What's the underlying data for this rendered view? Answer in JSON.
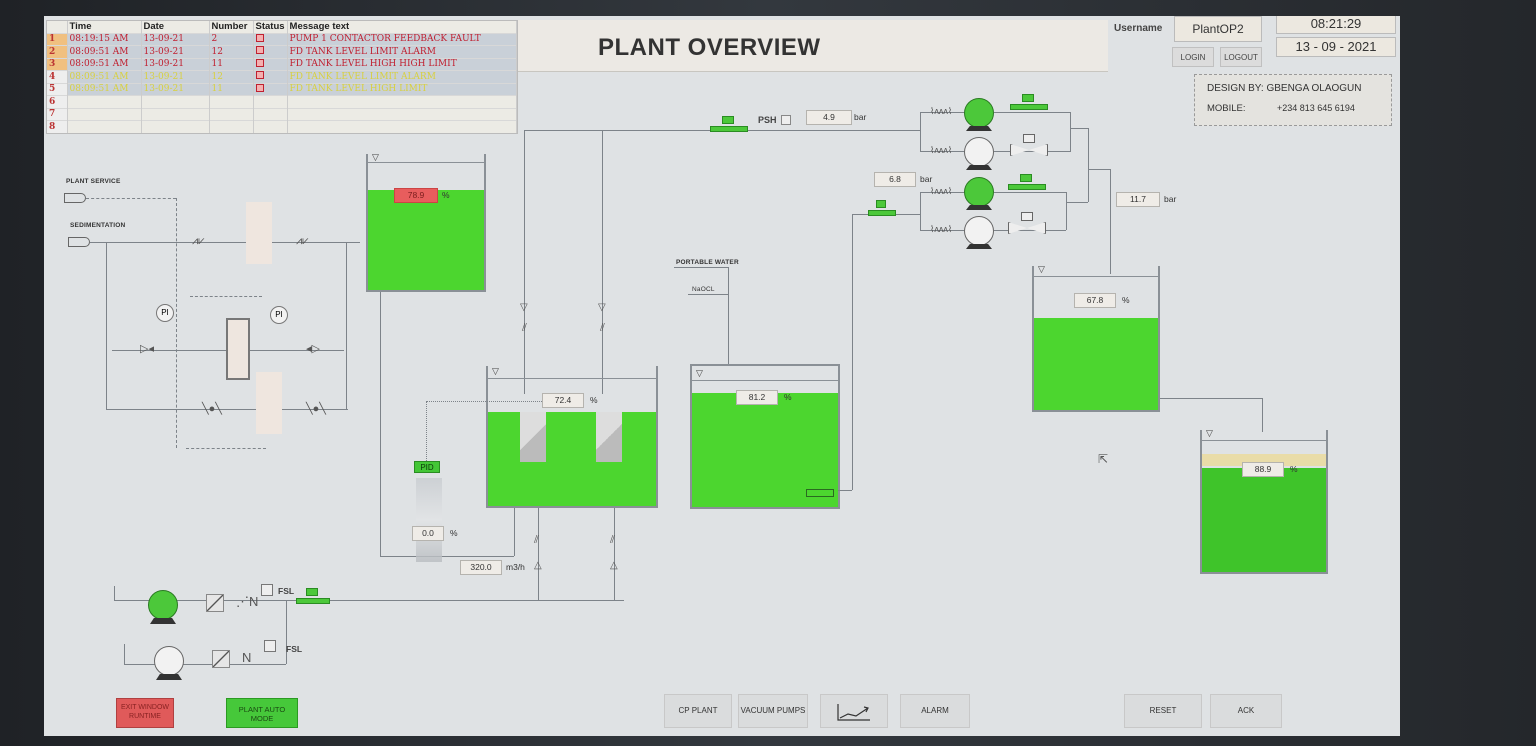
{
  "header": {
    "title": "PLANT OVERVIEW",
    "username_label": "Username",
    "username": "PlantOP2",
    "login": "LOGIN",
    "logout": "LOGOUT",
    "time": "08:21:29",
    "date": "13 - 09 - 2021",
    "design_by": "DESIGN BY: GBENGA OLAOGUN",
    "mobile_label": "MOBILE:",
    "mobile": "+234 813 645 6194"
  },
  "alarms": {
    "columns": [
      "Time",
      "Date",
      "Number",
      "Status",
      "Message text"
    ],
    "rows": [
      {
        "idx": "1",
        "time": "08:19:15 AM",
        "date": "13-09-21",
        "number": "2",
        "message": "PUMP 1 CONTACTOR FEEDBACK FAULT",
        "color": "red"
      },
      {
        "idx": "2",
        "time": "08:09:51 AM",
        "date": "13-09-21",
        "number": "12",
        "message": "FD TANK  LEVEL LIMIT ALARM",
        "color": "red"
      },
      {
        "idx": "3",
        "time": "08:09:51 AM",
        "date": "13-09-21",
        "number": "11",
        "message": "FD TANK  LEVEL HIGH HIGH LIMIT",
        "color": "red"
      },
      {
        "idx": "4",
        "time": "08:09:51 AM",
        "date": "13-09-21",
        "number": "12",
        "message": "FD TANK  LEVEL LIMIT ALARM",
        "color": "yellow"
      },
      {
        "idx": "5",
        "time": "08:09:51 AM",
        "date": "13-09-21",
        "number": "11",
        "message": "FD TANK  LEVEL HIGH LIMIT",
        "color": "yellow"
      },
      {
        "idx": "6",
        "time": "",
        "date": "",
        "number": "",
        "message": "",
        "color": "empty"
      },
      {
        "idx": "7",
        "time": "",
        "date": "",
        "number": "",
        "message": "",
        "color": "empty"
      },
      {
        "idx": "8",
        "time": "",
        "date": "",
        "number": "",
        "message": "",
        "color": "empty"
      }
    ]
  },
  "labels": {
    "plant_service": "PLANT SERVICE",
    "sedimentation": "SEDIMENTATION",
    "portable_water": "PORTABLE WATER",
    "naocl": "NaOCL",
    "psh": "PSH",
    "fsl": "FSL",
    "pi": "PI",
    "pid": "PID"
  },
  "tanks": {
    "tank1": {
      "level": "78.9",
      "unit": "%"
    },
    "tank2": {
      "level": "72.4",
      "unit": "%"
    },
    "tank3": {
      "level": "81.2",
      "unit": "%"
    },
    "tank4": {
      "level": "67.8",
      "unit": "%"
    },
    "tank5": {
      "level": "88.9",
      "unit": "%"
    }
  },
  "readings": {
    "pressure_psh": {
      "value": "4.9",
      "unit": "bar"
    },
    "pressure_mid": {
      "value": "6.8",
      "unit": "bar"
    },
    "pressure_out": {
      "value": "11.7",
      "unit": "bar"
    },
    "valve_pct": {
      "value": "0.0",
      "unit": "%"
    },
    "flow": {
      "value": "320.0",
      "unit": "m3/h"
    }
  },
  "colors": {
    "tank_fill": "#4cd62f",
    "alarm_red": "#c02030",
    "alarm_yellow": "#d8d040",
    "running_green": "#4cc83a"
  },
  "buttons": {
    "exit": "EXIT WINDOW RUNTIME",
    "auto_mode": "PLANT AUTO MODE",
    "cp_plant": "CP PLANT",
    "vacuum_pumps": "VACUUM PUMPS",
    "trend": "trend-chart",
    "alarm": "ALARM",
    "reset": "RESET",
    "ack": "ACK"
  }
}
